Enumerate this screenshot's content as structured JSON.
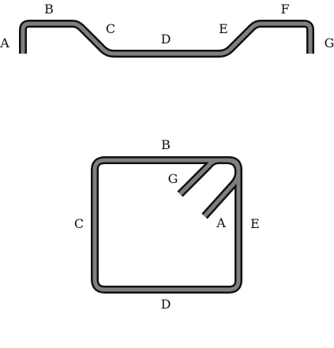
{
  "colors": {
    "strip_fill": "#7f7f7f",
    "strip_outline": "#111111",
    "label": "#111111",
    "background": "#ffffff"
  },
  "flat_strip": {
    "labels": {
      "A": "A",
      "B": "B",
      "C": "C",
      "D": "D",
      "E": "E",
      "F": "F",
      "G": "G"
    }
  },
  "folded_strip": {
    "labels": {
      "A": "A",
      "B": "B",
      "C": "C",
      "D": "D",
      "E": "E",
      "G": "G"
    }
  }
}
